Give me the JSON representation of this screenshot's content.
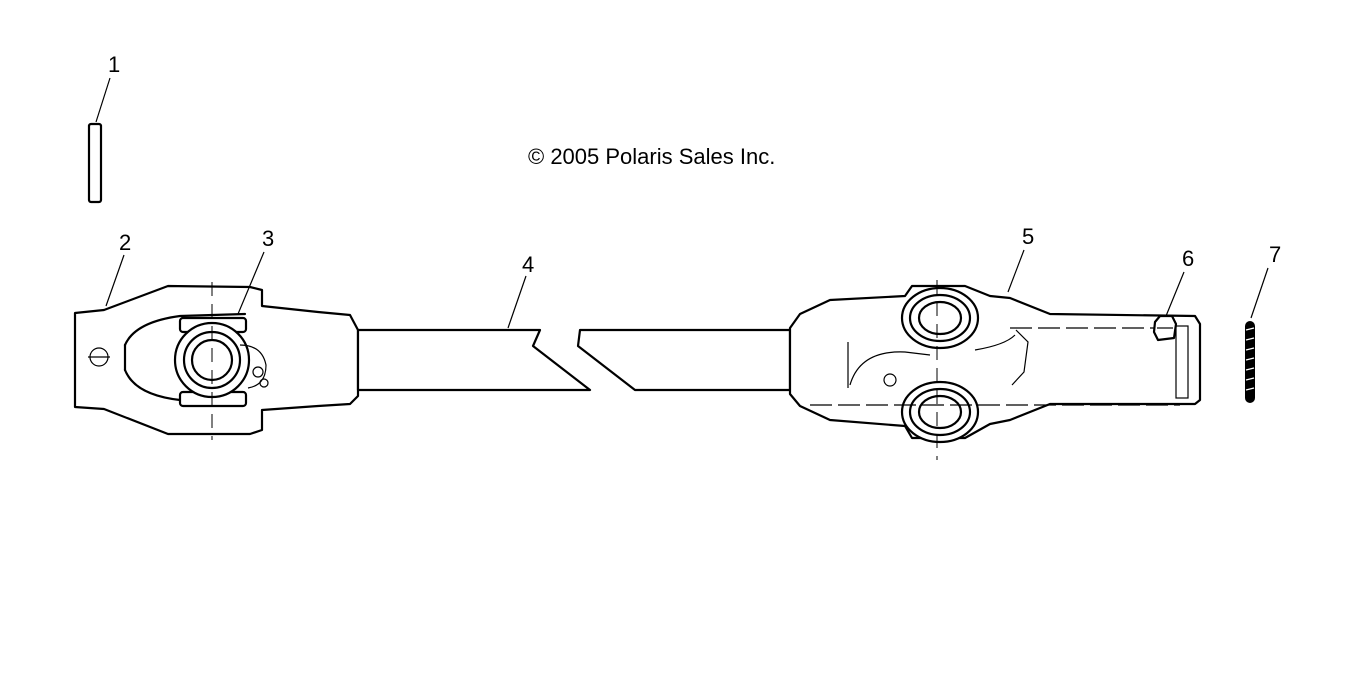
{
  "copyright": "© 2005 Polaris Sales Inc.",
  "callouts": [
    "1",
    "2",
    "3",
    "4",
    "5",
    "6",
    "7"
  ]
}
